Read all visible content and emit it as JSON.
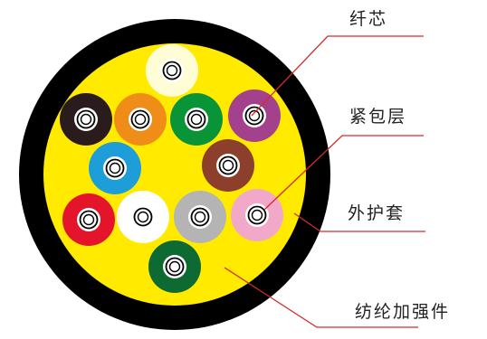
{
  "labels": {
    "fiber_core": "纤芯",
    "tight_buffer": "紧包层",
    "outer_jacket": "外护套",
    "aramid_strength": "纺纶加强件"
  },
  "colors": {
    "jacket": "#000000",
    "filler": "#ffea00",
    "leader_line": "#d42a2a",
    "fiber_ring": "#000000"
  },
  "fibers": [
    {
      "name": "fiber-natural",
      "color": "#fffdd6"
    },
    {
      "name": "fiber-black",
      "color": "#2a1c1c"
    },
    {
      "name": "fiber-orange",
      "color": "#f08c18"
    },
    {
      "name": "fiber-green",
      "color": "#0a9438"
    },
    {
      "name": "fiber-violet",
      "color": "#a4418c"
    },
    {
      "name": "fiber-blue",
      "color": "#1e9ed9"
    },
    {
      "name": "fiber-brown",
      "color": "#8c3f2a"
    },
    {
      "name": "fiber-red",
      "color": "#e4142a"
    },
    {
      "name": "fiber-white",
      "color": "#ffffff"
    },
    {
      "name": "fiber-gray",
      "color": "#b4b4b4"
    },
    {
      "name": "fiber-pink",
      "color": "#f2a8c8"
    },
    {
      "name": "fiber-dark-green",
      "color": "#0d6a32"
    }
  ]
}
